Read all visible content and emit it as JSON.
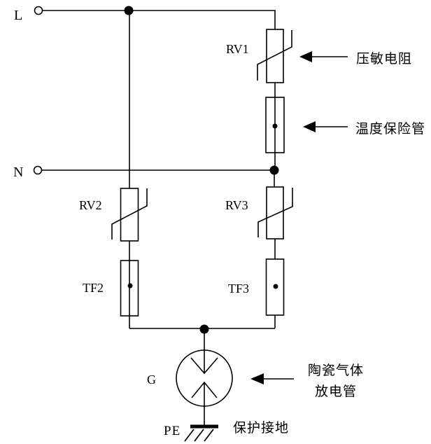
{
  "colors": {
    "background": "#ffffff",
    "line": "#000000"
  },
  "terminals": {
    "l": "L",
    "n": "N",
    "pe": "PE"
  },
  "component_labels": {
    "rv1": "RV1",
    "rv2": "RV2",
    "rv3": "RV3",
    "tf2": "TF2",
    "tf3": "TF3",
    "g": "G"
  },
  "callouts": {
    "varistor": "压敏电阻",
    "thermal_fuse": "温度保险管",
    "gdt_line1": "陶瓷气体",
    "gdt_line2": "放电管",
    "protective_earth": "保护接地"
  }
}
